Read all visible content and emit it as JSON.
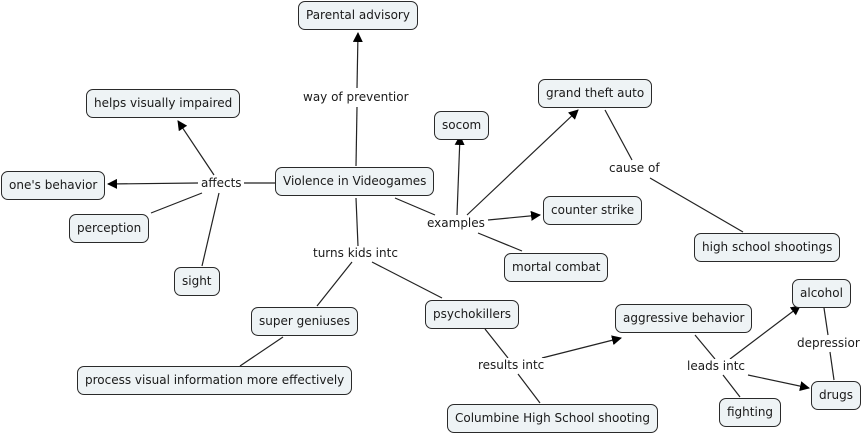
{
  "title": "Violence in Videogames concept map",
  "nodes": {
    "parental": "Parental advisory",
    "helps": "helps visually impaired",
    "behavior": "one's behavior",
    "perception": "perception",
    "sight": "sight",
    "main": "Violence in Videogames",
    "socom": "socom",
    "gta": "grand theft auto",
    "counter": "counter strike",
    "mortal": "mortal combat",
    "hss": "high school shootings",
    "super": "super geniuses",
    "process": "process visual information more effectively",
    "psycho": "psychokillers",
    "aggressive": "aggressive behavior",
    "columbine": "Columbine High School shooting",
    "alcohol": "alcohol",
    "drugs": "drugs",
    "fighting": "fighting"
  },
  "links": {
    "prevention": "way of preventior",
    "affects": "affects",
    "examples": "examples",
    "cause": "cause of",
    "turns": "turns kids intc",
    "results": "results intc",
    "leads": "leads intc",
    "depression": "depressior"
  }
}
